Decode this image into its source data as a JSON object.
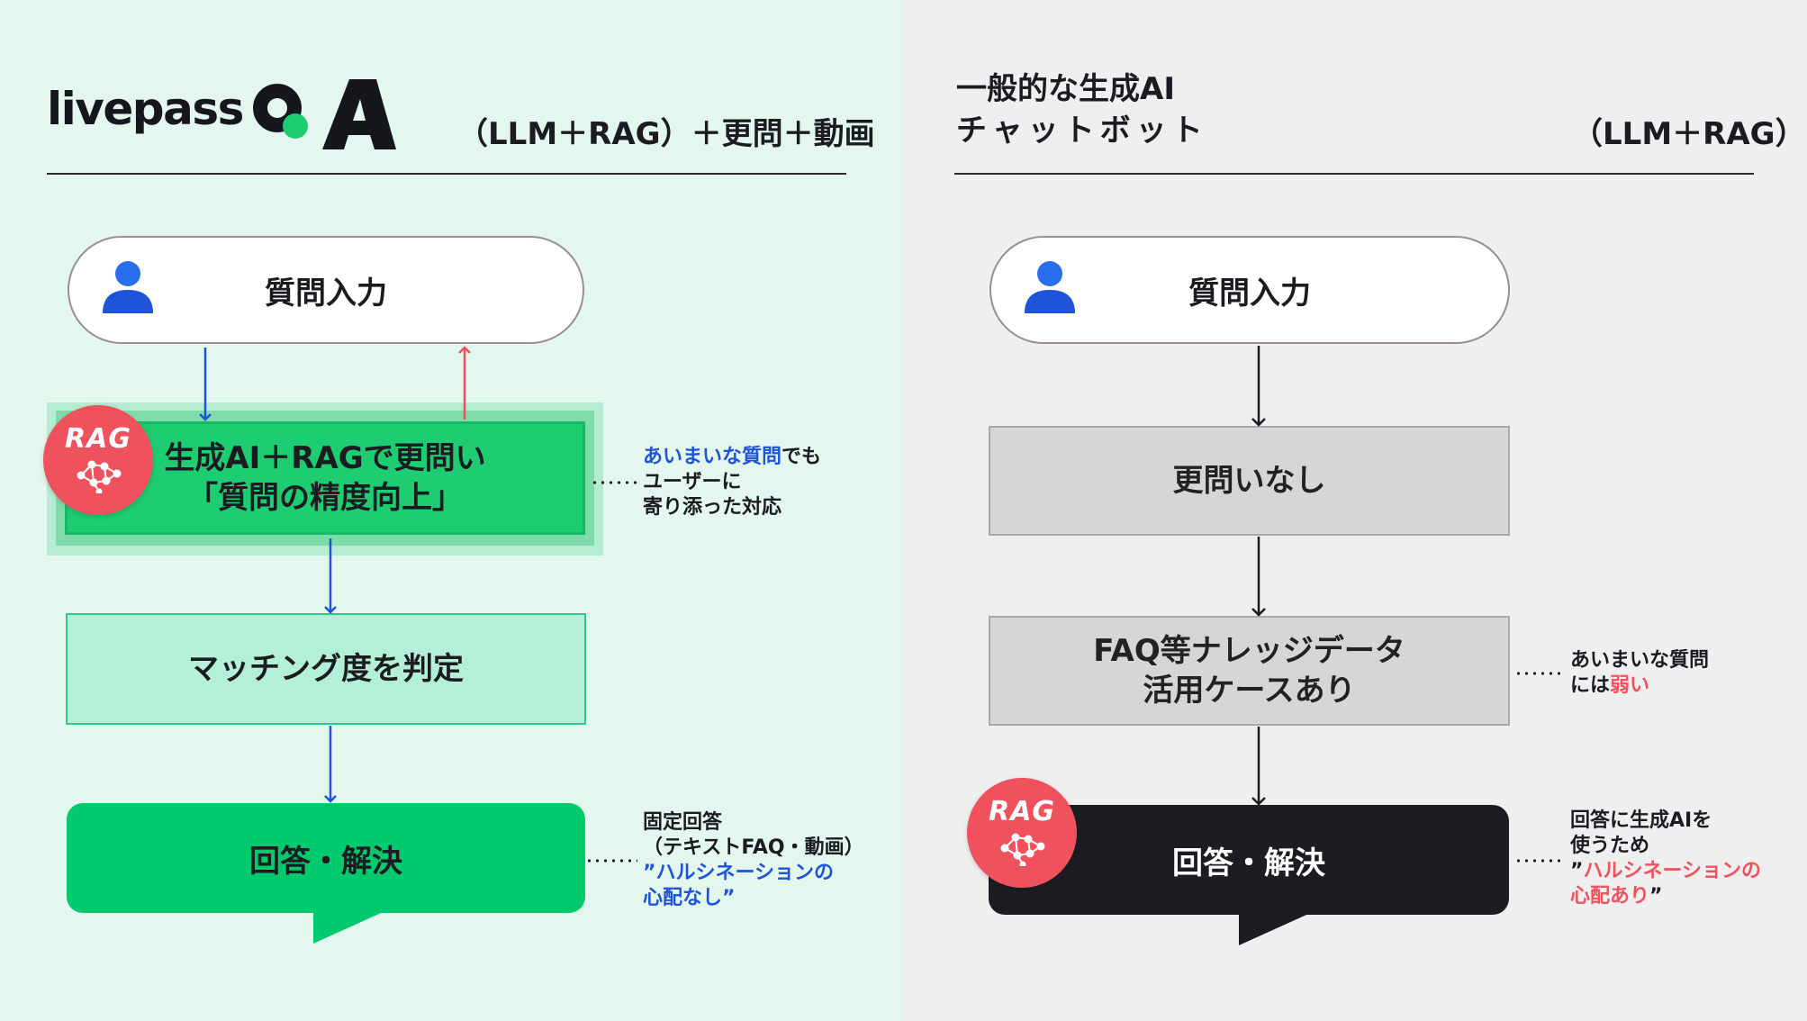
{
  "colors": {
    "left_bg": "#e3f7ef",
    "right_bg": "#efefef",
    "accent_green": "#1ecc72",
    "mint": "#b4f0d7",
    "rag_red": "#f0525d",
    "arrow_blue": "#1f53d8",
    "dark": "#1b1b22"
  },
  "left": {
    "logo": {
      "text": "livepass",
      "mark_letters": "QA"
    },
    "heading": "（LLM＋RAG）＋更問＋動画",
    "input_label": "質問入力",
    "rag_badge": "RAG",
    "step1_line1": "生成AI＋RAGで更問い",
    "step1_line2": "「質問の精度向上」",
    "step2": "マッチング度を判定",
    "answer": "回答・解決",
    "note1": {
      "highlight": "あいまいな質問",
      "rest_line1": "でも",
      "line2": "ユーザーに",
      "line3": "寄り添った対応"
    },
    "note2": {
      "line1": "固定回答",
      "line2": "（テキストFAQ・動画）",
      "line3": "”ハルシネーションの",
      "line4": "心配なし”"
    }
  },
  "right": {
    "heading_line1": "一般的な生成AI",
    "heading_line2": "チャットボット",
    "heading_right": "（LLM＋RAG）",
    "input_label": "質問入力",
    "step1": "更問いなし",
    "step2_line1": "FAQ等ナレッジデータ",
    "step2_line2": "活用ケースあり",
    "rag_badge": "RAG",
    "answer": "回答・解決",
    "note1": {
      "line1": "あいまいな質問",
      "line2_prefix": "には",
      "line2_highlight": "弱い"
    },
    "note2": {
      "line1": "回答に生成AIを",
      "line2": "使うため",
      "line3_quote": "”",
      "line3": "ハルシネーションの",
      "line4": "心配あり",
      "line4_quote": "”"
    }
  },
  "icons": [
    "user-icon",
    "rag-network-icon",
    "arrow-down-icon",
    "arrow-up-icon",
    "speech-bubble-tail"
  ]
}
